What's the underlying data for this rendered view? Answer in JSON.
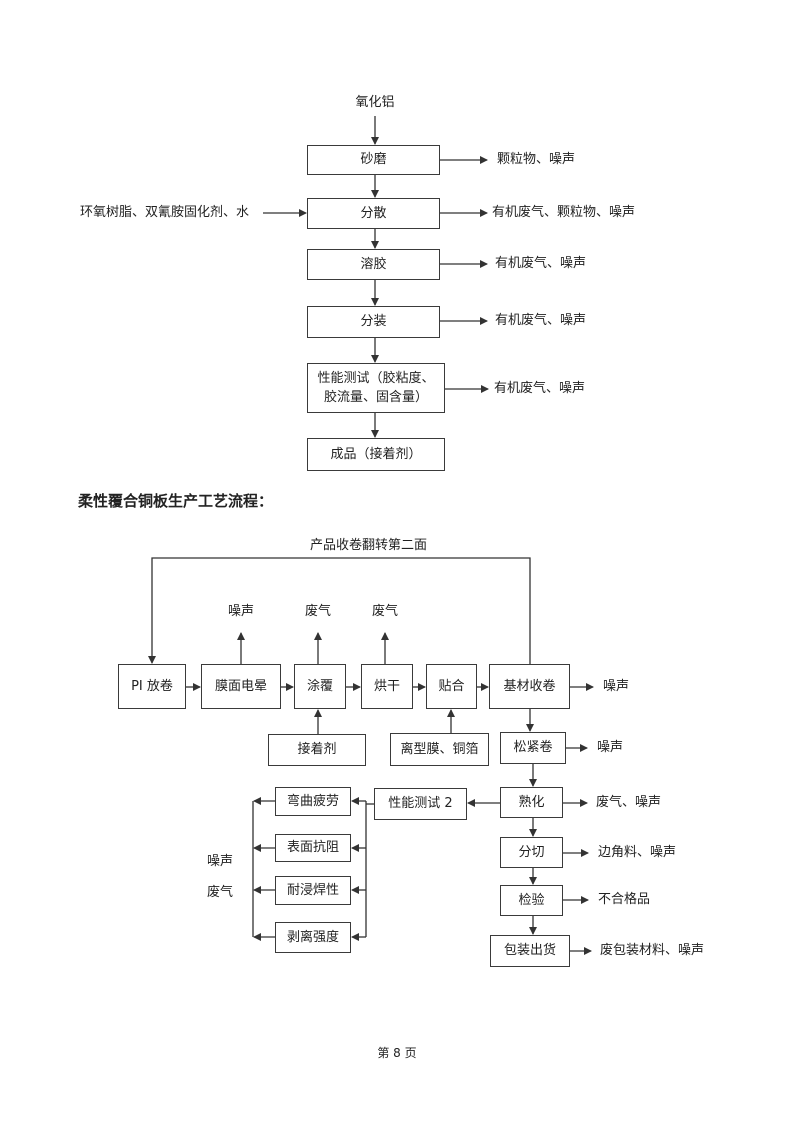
{
  "flow1": {
    "input_top": "氧化铝",
    "side_input": "环氧树脂、双氰胺固化剂、水",
    "steps": [
      {
        "label": "砂磨",
        "output": "颗粒物、噪声"
      },
      {
        "label": "分散",
        "output": "有机废气、颗粒物、噪声"
      },
      {
        "label": "溶胶",
        "output": "有机废气、噪声"
      },
      {
        "label": "分装",
        "output": "有机废气、噪声"
      },
      {
        "label_lines": [
          "性能测试（胶粘度、",
          "胶流量、固含量）"
        ],
        "output": "有机废气、噪声"
      },
      {
        "label": "成品（接着剂）"
      }
    ]
  },
  "heading": "柔性覆合铜板生产工艺流程：",
  "flow2": {
    "loop_label": "产品收卷翻转第二面",
    "row": [
      {
        "label": "PI 放卷"
      },
      {
        "label": "膜面电晕",
        "emission": "噪声"
      },
      {
        "label": "涂覆",
        "emission": "废气"
      },
      {
        "label": "烘干",
        "emission": "废气"
      },
      {
        "label": "贴合"
      },
      {
        "label": "基材收卷",
        "emission": "噪声"
      }
    ],
    "inputs": [
      "接着剂",
      "离型膜、铜箔"
    ],
    "column": [
      {
        "label": "松紧卷",
        "output": "噪声"
      },
      {
        "label": "熟化",
        "output": "废气、噪声"
      },
      {
        "label": "分切",
        "output": "边角料、噪声"
      },
      {
        "label": "检验",
        "output": "不合格品"
      },
      {
        "label": "包装出货",
        "output": "废包装材料、噪声"
      }
    ],
    "test_label": "性能测试 2",
    "tests": [
      "弯曲疲劳",
      "表面抗阻",
      "耐浸焊性",
      "剥离强度"
    ],
    "test_emissions": [
      "噪声",
      "废气"
    ]
  },
  "page_number": "第 8 页"
}
